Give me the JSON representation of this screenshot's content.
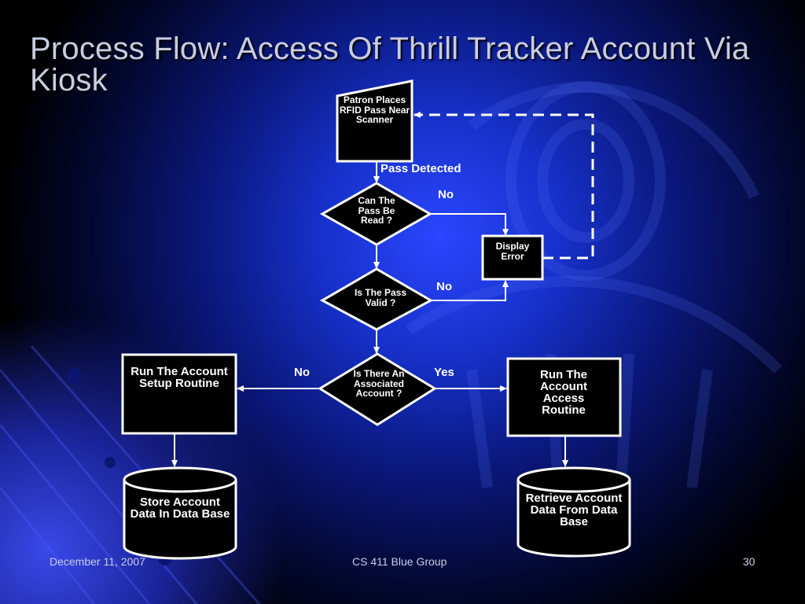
{
  "slide": {
    "title": "Process Flow: Access Of Thrill Tracker Account Via Kiosk",
    "footer": {
      "date": "December 11, 2007",
      "group": "CS 411 Blue Group",
      "page": "30"
    }
  },
  "diagram": {
    "nodes": {
      "patron_places_pass": "Patron Places RFID Pass Near Scanner",
      "can_pass_be_read": "Can The Pass Be Read ?",
      "display_error": "Display Error",
      "is_pass_valid": "Is The Pass Valid ?",
      "is_there_account": "Is There An Associated Account  ?",
      "run_account_setup": "Run The Account Setup Routine",
      "run_account_access": "Run The Account Access Routine",
      "store_account_data": "Store Account Data In Data Base",
      "retrieve_account_data": "Retrieve Account Data From Data Base"
    },
    "edges": {
      "pass_detected": "Pass Detected",
      "read_no": "No",
      "valid_no": "No",
      "account_no": "No",
      "account_yes": "Yes"
    }
  },
  "colors": {
    "background_dark": "#000000",
    "background_glow": "#1a2fd0",
    "shape_stroke": "#ffffff",
    "shape_fill": "#000000",
    "title_text": "#c9cde0"
  }
}
